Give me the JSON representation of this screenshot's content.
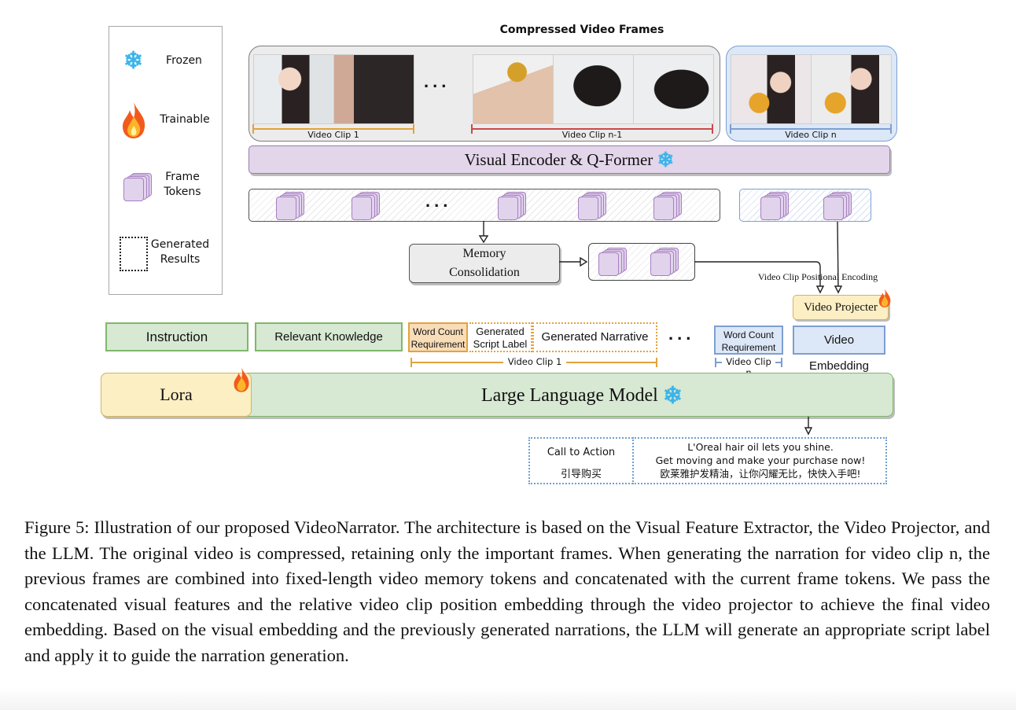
{
  "figure": {
    "title": "Compressed Video Frames",
    "legend": {
      "frozen": "Frozen",
      "trainable": "Trainable",
      "frame_tokens": [
        "Frame",
        "Tokens"
      ],
      "generated_results": [
        "Generated",
        "Results"
      ]
    },
    "clips": {
      "clip_1": "Video Clip 1",
      "clip_n_minus_1": "Video Clip n-1",
      "clip_n": "Video Clip n",
      "ellipsis": "..."
    },
    "icons": {
      "frozen": "snowflake-icon",
      "trainable": "flame-icon",
      "frame_tokens": "stacked-cards-icon",
      "generated_results": "dotted-box-icon"
    },
    "visual_encoder": "Visual Encoder & Q-Former",
    "memory_consolidation": [
      "Memory",
      "Consolidation"
    ],
    "positional_encoding": "Video Clip Positional Encoding",
    "video_projecter": "Video Projecter",
    "inputs": {
      "instruction": "Instruction",
      "relevant_knowledge": "Relevant Knowledge",
      "word_count_requirement": [
        "Word Count",
        "Requirement"
      ],
      "generated_script_label": [
        "Generated",
        "Script Label"
      ],
      "generated_narrative": "Generated Narrative",
      "video_embedding": "Video Embedding",
      "clip_1_span": "Video Clip 1",
      "clip_n_span": "Video Clip n"
    },
    "lora": "Lora",
    "llm": "Large Language Model",
    "output": {
      "label_en": "Call to Action",
      "label_zh": "引导购买",
      "lines": [
        "L'Oreal hair oil lets you shine.",
        "Get moving and make your purchase now!",
        "欧莱雅护发精油，让你闪耀无比，快快入手吧!"
      ]
    },
    "colors": {
      "clip_1": "#e2a33c",
      "clip_n_minus_1": "#c9494a",
      "clip_n": "#7d9fd1",
      "frozen": "#3bb4ea",
      "token": "#a77fc0"
    }
  },
  "caption": "Figure 5: Illustration of our proposed VideoNarrator. The architecture is based on the Visual Feature Extractor, the Video Projector, and the LLM. The original video is compressed, retaining only the important frames. When generating the narration for video clip n, the previous frames are combined into fixed-length video memory tokens and concatenated with the current frame tokens. We pass the concatenated visual features and the relative video clip position embedding through the video projector to achieve the final video embedding. Based on the visual embedding and the previously generated narrations, the LLM will generate an appropriate script label and apply it to guide the narration generation."
}
